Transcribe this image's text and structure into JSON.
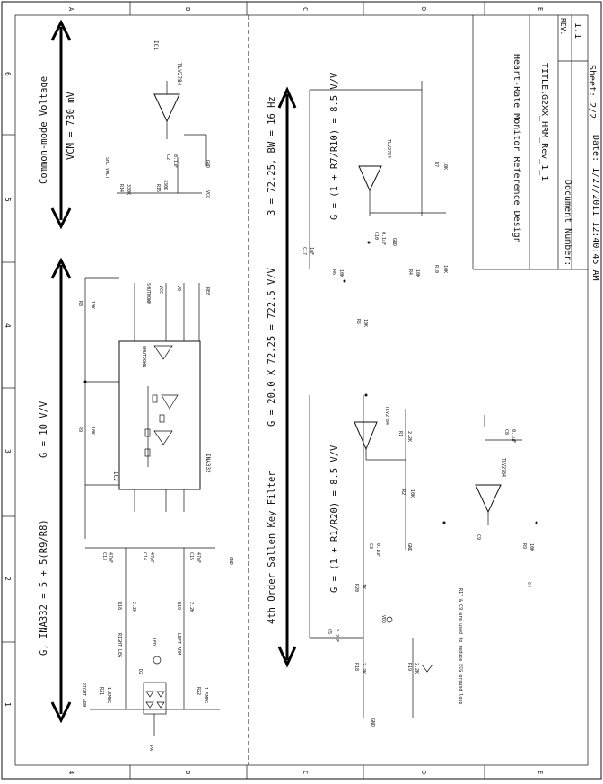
{
  "title_block": {
    "rev_label": "REV:",
    "rev_value": "1.1",
    "sheet": "Sheet: 2/2",
    "design_title": "Heart-Rate Monitor Reference Design",
    "title_label": "TITLE:",
    "title_value": "G2XX_HRM_Rev_1_1",
    "doc_label": "Document Number:",
    "date": "Date: 1/27/2011 12:40:45 AM"
  },
  "border": {
    "zones_side": [
      "A",
      "B",
      "C",
      "D",
      "E"
    ],
    "zones_bottom": [
      "4",
      "B",
      "C",
      "D",
      "E"
    ],
    "rows": [
      "6",
      "5",
      "4",
      "3",
      "2",
      "1"
    ]
  },
  "annotations": {
    "common_mode": "Common-mode Voltage",
    "vcm": "VCM = 730 mV",
    "gain_ina": "G, INA332 = 5 + 5(R9/R8)",
    "g10": "G = 10 V/V",
    "filter_title": "4th Order Sallen Key Filter",
    "filter_gain": "G = 20.0 X 72.25 = 722.5 V/V",
    "f3db": "3 = 72.25, BW = 16 Hz",
    "g_upper": "G = (1 + R7/R10) = 8.5 V/V",
    "g_lower": "G = (1 + R1/R20) = 8.5 V/V",
    "note": "R17 & C9 are used to reduce ECG ground loop"
  },
  "labels": {
    "ic1": "IC1",
    "ic2": "IC2",
    "ic2_part": "INA332",
    "tlv": "TLV2784",
    "shutdown": "SHUTDOWN",
    "vcc": "VCC",
    "vo": "VO",
    "ref": "REF",
    "gnd": "GND",
    "shl_volt": "SHL VOLT",
    "right_leg": "RIGHT LEG",
    "left_arm": "LEFT ARM",
    "right_arm": "RIGHT ARM",
    "pot": "PA"
  },
  "parts": {
    "r14": "R14",
    "r14v": "330K",
    "r15": "R15",
    "r15v": "330K",
    "r21": "R21",
    "r21v": "1.5MEG",
    "r22": "R22",
    "r22v": "1.5MEG",
    "r8": "R8",
    "r8v": "10K",
    "r9": "R9",
    "r9v": "10K",
    "r18": "R18",
    "r18v": "2.2K",
    "r19": "R19",
    "r19v": "2.2K",
    "r1": "R1",
    "r1v": "2.2K",
    "r2": "R2",
    "r2v": "10K",
    "r4": "R4",
    "r4v": "10K",
    "r5": "R5",
    "r5v": "10K",
    "r6": "R6",
    "r6v": "10K",
    "r7": "R7",
    "r7v": "10K",
    "r10": "R10",
    "r10v": "10K",
    "r20": "R20",
    "r20v": "1K",
    "c2": "C2",
    "c2v": "0.1uF",
    "c3": "C3",
    "c3v": "0.1uF",
    "c4": "C4",
    "c4v": "0.1uF",
    "c5": "C5",
    "c5v": "2.2uF",
    "c8": "C8",
    "c8v": "0.1uF",
    "c9": "C9",
    "c9v": "0.1uF",
    "c13": "C13",
    "c13v": "47pF",
    "c14": "C14",
    "c14v": "47pF",
    "c15": "C15",
    "c15v": "47pF",
    "c17": "C17",
    "c17v": "1uF",
    "c10": "C10",
    "c10v": "0.1uF",
    "d2": "D2",
    "led": "LED1",
    "vdd": "VDD"
  }
}
